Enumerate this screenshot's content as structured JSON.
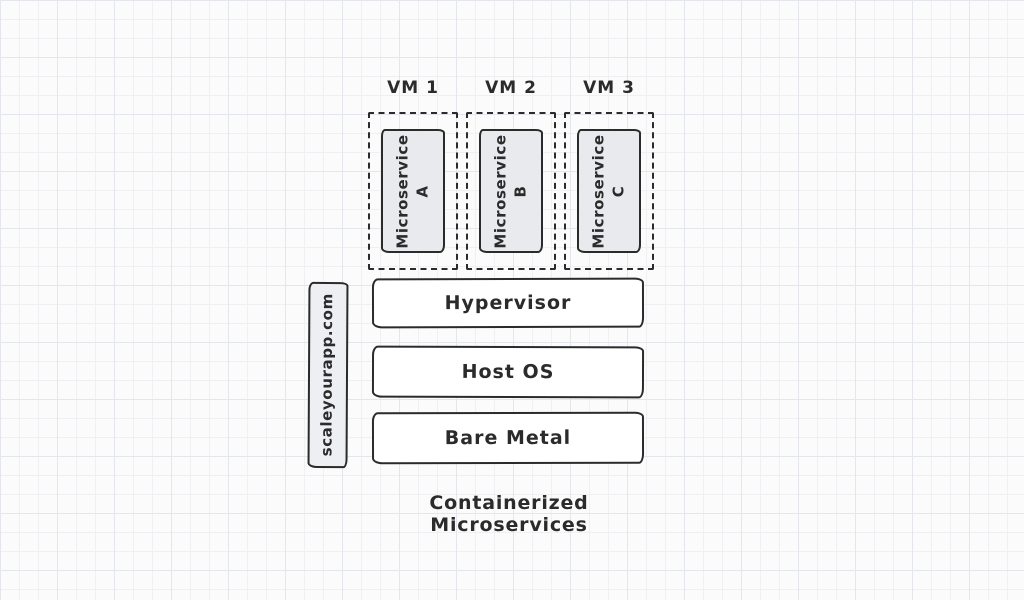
{
  "diagram": {
    "caption": "Containerized Microservices",
    "watermark": "scaleyourapp.com",
    "vms": [
      {
        "label": "VM 1",
        "service": "Microservice",
        "instance": "A"
      },
      {
        "label": "VM 2",
        "service": "Microservice",
        "instance": "B"
      },
      {
        "label": "VM 3",
        "service": "Microservice",
        "instance": "C"
      }
    ],
    "layers": [
      {
        "label": "Hypervisor"
      },
      {
        "label": "Host OS"
      },
      {
        "label": "Bare Metal"
      }
    ]
  },
  "colors": {
    "ink": "#2b2b2b",
    "microservice_fill": "#e8eaed",
    "watermark_fill": "#edeff2",
    "layer_fill": "#ffffff",
    "background": "#fbfbfc",
    "grid_minor": "#eef0f3",
    "grid_major": "#e3e6ea"
  }
}
